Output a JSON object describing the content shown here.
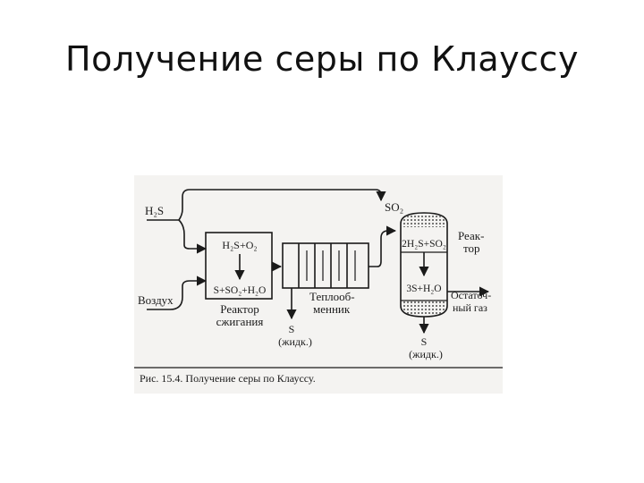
{
  "slide": {
    "title": "Получение серы по Клауссу"
  },
  "diagram": {
    "inputs": {
      "h2s": "H₂S",
      "air": "Воздух"
    },
    "combustion_reactor": {
      "reaction_top": "H₂S+O₂",
      "reaction_bottom": "S+SO₂+H₂O",
      "label_line1": "Реактор",
      "label_line2": "сжигания"
    },
    "heat_exchanger": {
      "label_line1": "Теплооб-",
      "label_line2": "менник",
      "output_line1": "S",
      "output_line2": "(жидк.)"
    },
    "so2_label": "SO₂",
    "claus_reactor": {
      "reaction_top": "2H₂S+SO₂",
      "reaction_bottom": "3S+H₂O",
      "label_line1": "Реак-",
      "label_line2": "тор",
      "output_line1": "S",
      "output_line2": "(жидк.)"
    },
    "tail_gas": {
      "line1": "Остаточ-",
      "line2": "ный газ"
    },
    "caption": "Рис. 15.4. Получение серы по Клауссу."
  },
  "colors": {
    "ink": "#1a1a1a",
    "paper": "#f4f3f1"
  }
}
